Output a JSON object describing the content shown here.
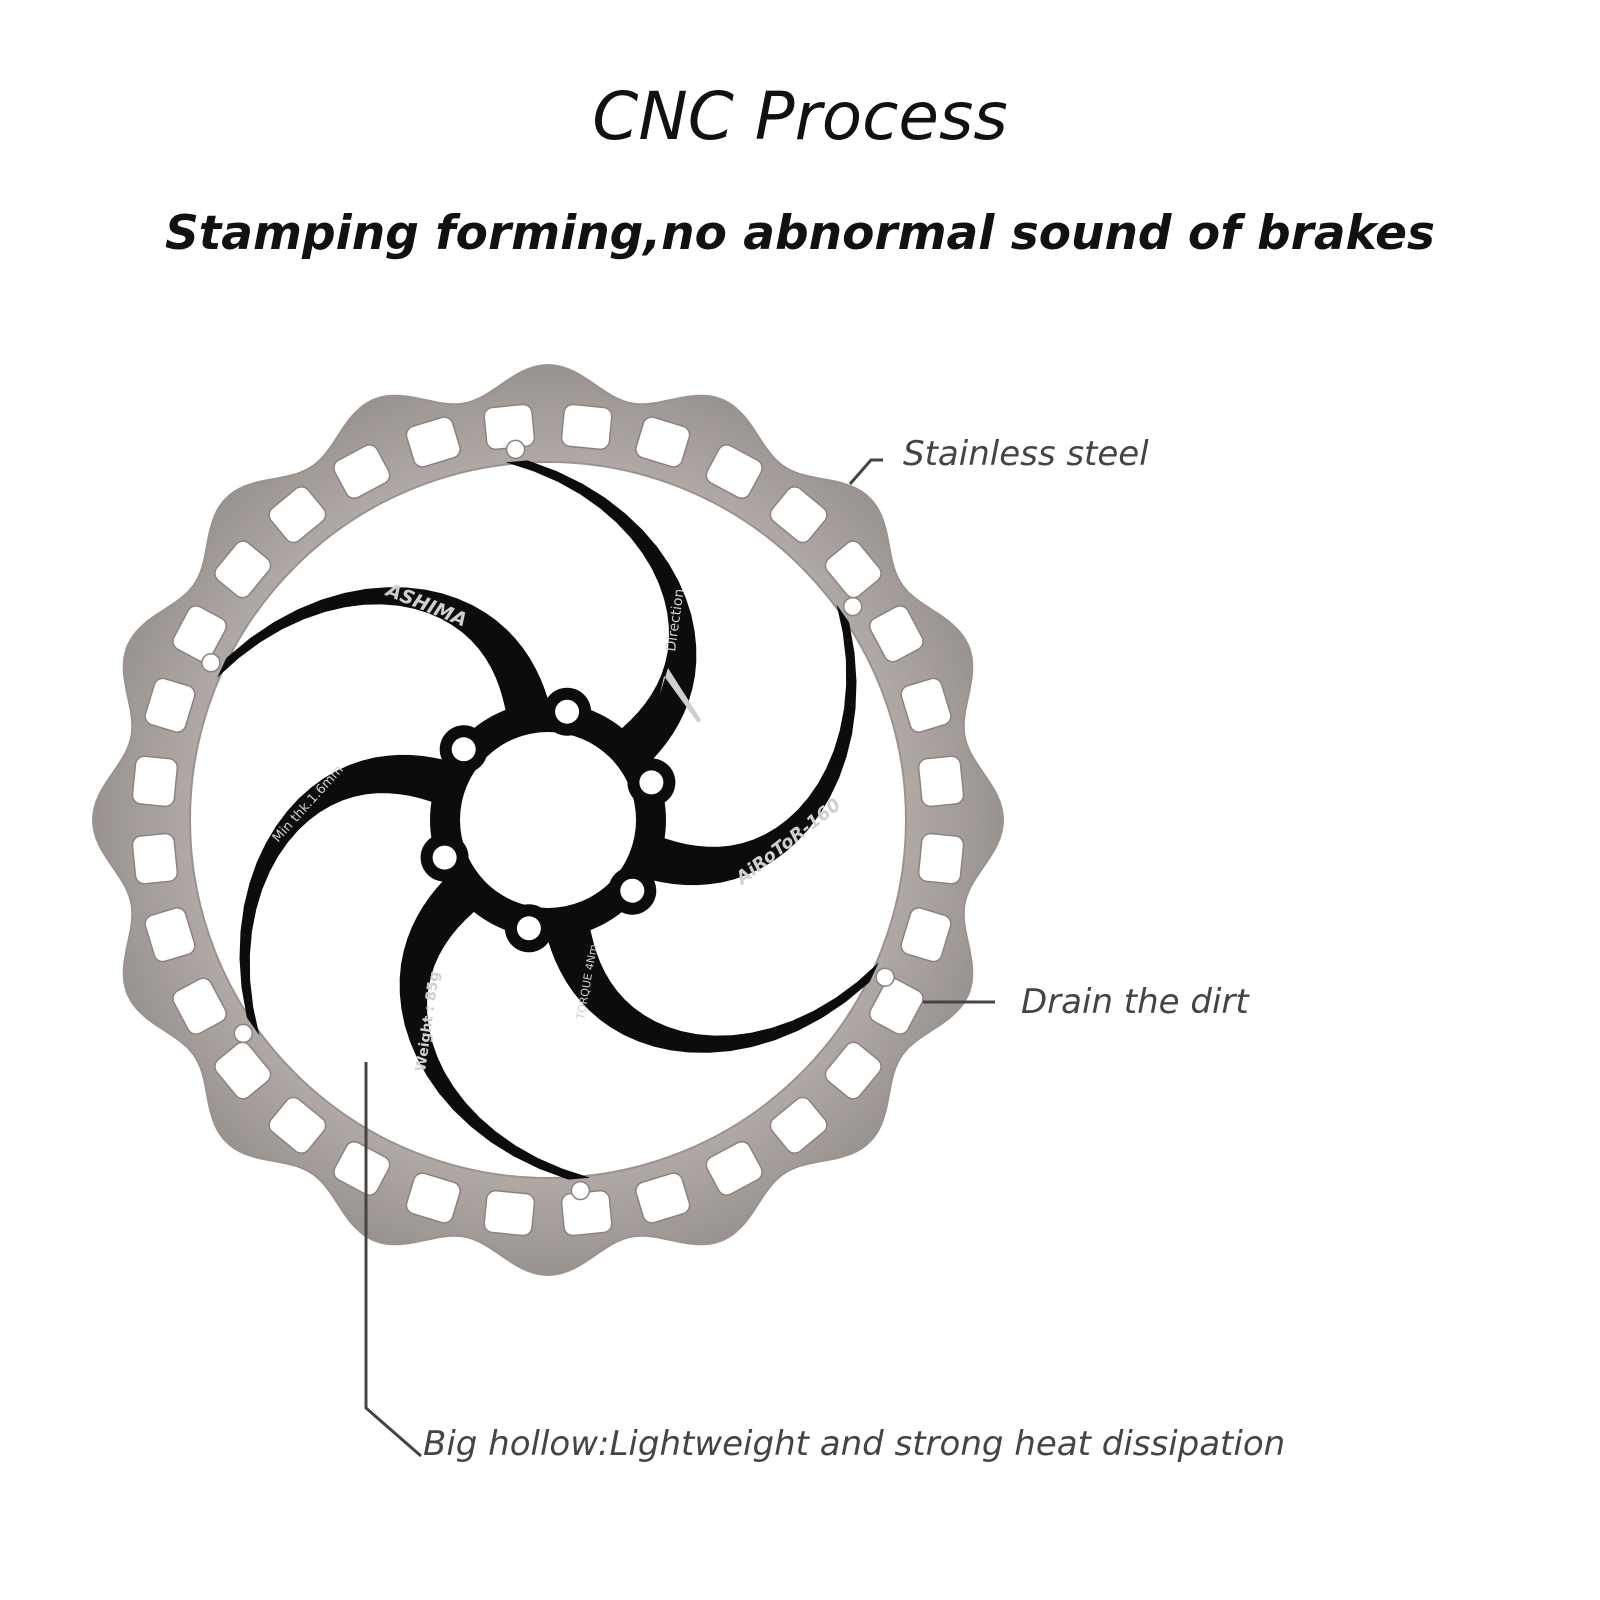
{
  "header": {
    "title": "CNC Process",
    "subtitle": "Stamping forming,no abnormal sound of brakes"
  },
  "callouts": {
    "stainless": "Stainless steel",
    "drain": "Drain the dirt",
    "hollow": "Big hollow:Lightweight and strong heat dissipation"
  },
  "rotor": {
    "brand": "ASHIMA",
    "direction": "Direction",
    "model": "AiRoToR-160",
    "thickness": "Min thk.1.6mm",
    "weight": "Weight : 85g",
    "torque": "TORQUE 4Nm"
  },
  "colors": {
    "steel": "#b3aca9",
    "spider": "#0c0c0c",
    "text": "#444444"
  }
}
